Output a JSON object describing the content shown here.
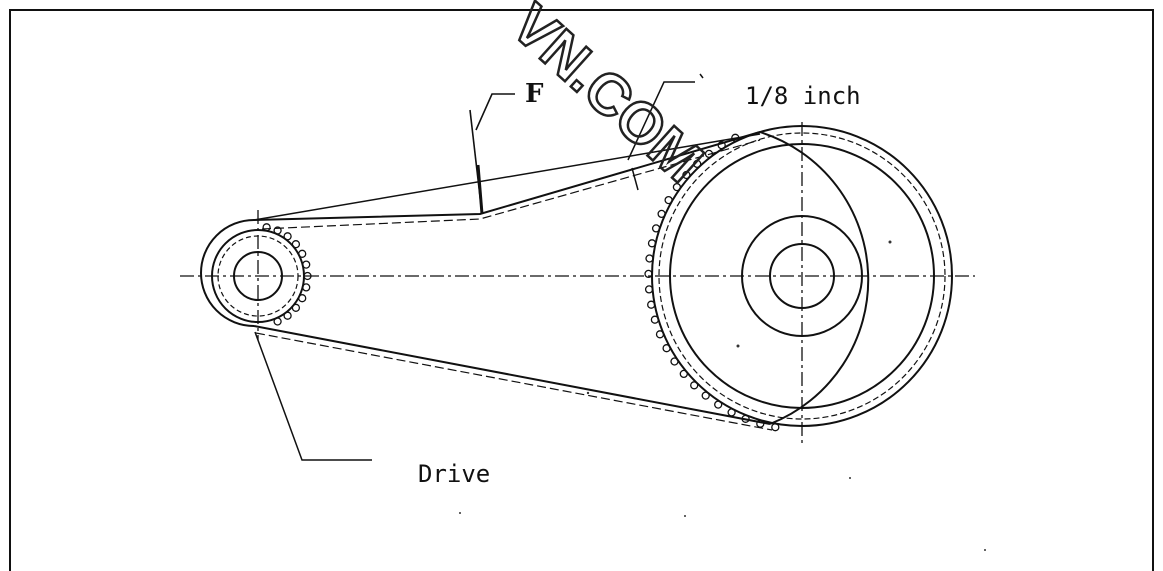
{
  "labels": {
    "force": "F",
    "deflection": "1/8 inch",
    "drive": "Drive"
  },
  "watermark": "VN.COM",
  "colors": {
    "line": "#111111",
    "background": "#ffffff"
  }
}
